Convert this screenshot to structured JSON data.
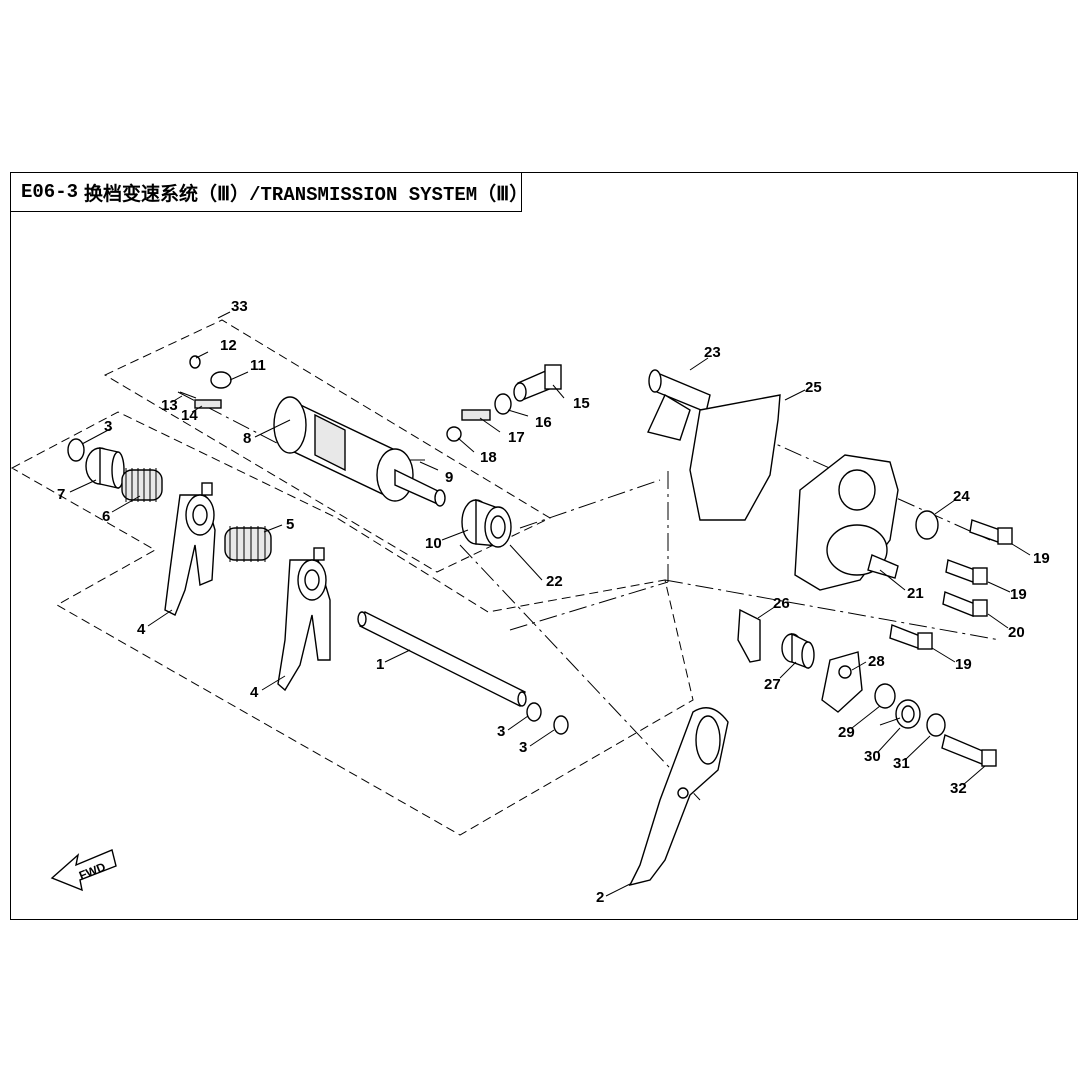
{
  "header": {
    "code": "E06-3",
    "title_cn": "换档变速系统（Ⅲ）",
    "title_en": "/TRANSMISSION SYSTEM（Ⅲ）"
  },
  "fwd_label": "FWD",
  "callouts": {
    "c1": "1",
    "c2": "2",
    "c3a": "3",
    "c3b": "3",
    "c3c": "3",
    "c4a": "4",
    "c4b": "4",
    "c5": "5",
    "c6": "6",
    "c7": "7",
    "c8": "8",
    "c9": "9",
    "c10": "10",
    "c11": "11",
    "c12": "12",
    "c13": "13",
    "c14": "14",
    "c15": "15",
    "c16": "16",
    "c17": "17",
    "c18": "18",
    "c19a": "19",
    "c19b": "19",
    "c19c": "19",
    "c20": "20",
    "c21": "21",
    "c22": "22",
    "c23": "23",
    "c24": "24",
    "c25": "25",
    "c26": "26",
    "c27": "27",
    "c28": "28",
    "c29": "29",
    "c30": "30",
    "c31": "31",
    "c32": "32",
    "c33": "33"
  }
}
